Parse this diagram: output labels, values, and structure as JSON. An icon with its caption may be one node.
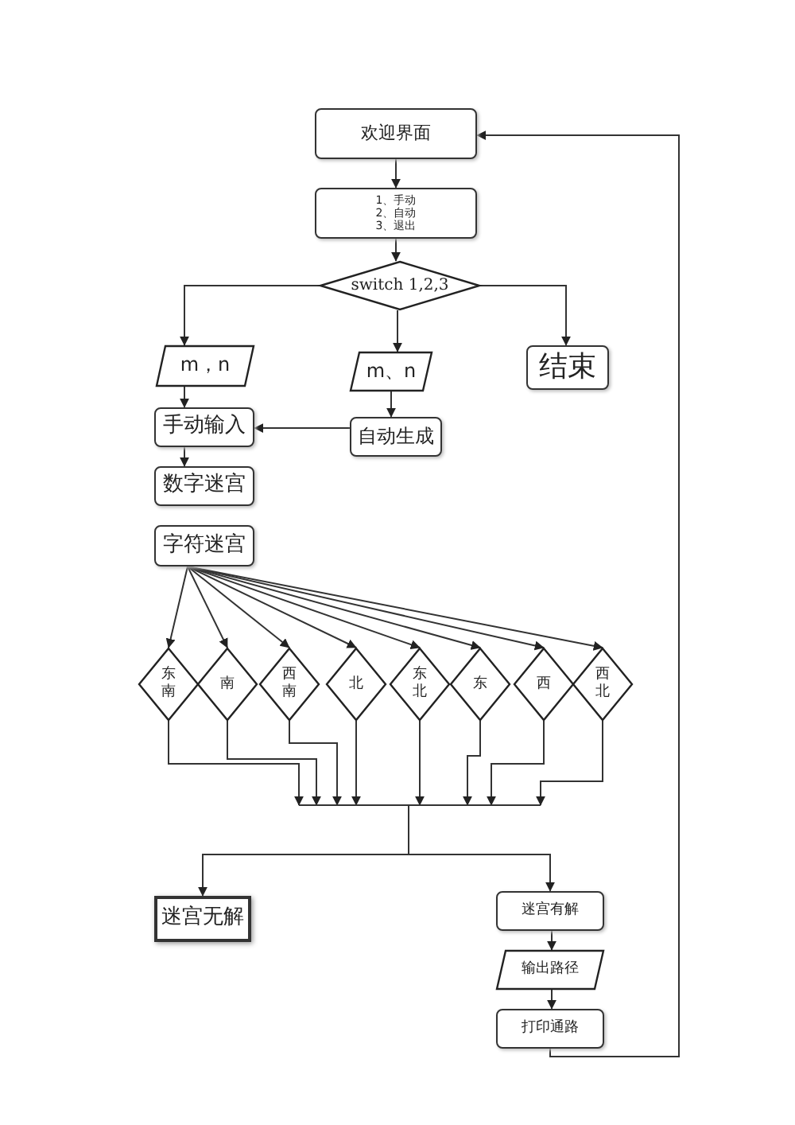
{
  "diagram": {
    "nodes": [
      {
        "text": [
          "欢迎界面"
        ]
      },
      {
        "text": [
          "1、手动",
          "2、自动",
          "3、退出"
        ]
      },
      {
        "text": [
          "switch 1,2,3"
        ]
      },
      {
        "text": [
          "m，n"
        ]
      },
      {
        "text": [
          "m、n"
        ]
      },
      {
        "text": [
          "结束"
        ]
      },
      {
        "text": [
          "手动输入"
        ]
      },
      {
        "text": [
          "自动生成"
        ]
      },
      {
        "text": [
          "数字迷宫"
        ]
      },
      {
        "text": [
          "字符迷宫"
        ]
      },
      {
        "text": [
          "东南"
        ]
      },
      {
        "text": [
          "南"
        ]
      },
      {
        "text": [
          "西南"
        ]
      },
      {
        "text": [
          "北"
        ]
      },
      {
        "text": [
          "东北"
        ]
      },
      {
        "text": [
          "东"
        ]
      },
      {
        "text": [
          "西"
        ]
      },
      {
        "text": [
          "西北"
        ]
      },
      {
        "text": [
          "迷宫无解"
        ]
      },
      {
        "text": [
          "迷宫有解"
        ]
      },
      {
        "text": [
          "输出路径"
        ]
      },
      {
        "text": [
          "打印通路"
        ]
      }
    ],
    "edges": [
      {
        "from": 0,
        "to": 1,
        "arrow": "to"
      },
      {
        "from": 1,
        "to": 2,
        "arrow": "to"
      },
      {
        "from": 2,
        "to": 3,
        "arrow": "to"
      },
      {
        "from": 2,
        "to": 4,
        "arrow": "to"
      },
      {
        "from": 2,
        "to": 5,
        "arrow": "to"
      },
      {
        "from": 3,
        "to": 6,
        "arrow": "to"
      },
      {
        "from": 4,
        "to": 7,
        "arrow": "to"
      },
      {
        "from": 7,
        "to": 6,
        "arrow": "to"
      },
      {
        "from": 6,
        "to": 8,
        "arrow": "to"
      },
      {
        "from": 9,
        "to": 10,
        "arrow": "to"
      },
      {
        "from": 9,
        "to": 11,
        "arrow": "to"
      },
      {
        "from": 9,
        "to": 12,
        "arrow": "to"
      },
      {
        "from": 9,
        "to": 13,
        "arrow": "to"
      },
      {
        "from": 9,
        "to": 14,
        "arrow": "to"
      },
      {
        "from": 9,
        "to": 15,
        "arrow": "to"
      },
      {
        "from": 9,
        "to": 16,
        "arrow": "to"
      },
      {
        "from": 9,
        "to": 17,
        "arrow": "to"
      },
      {
        "from": 10,
        "to": 18,
        "arrow": "to"
      },
      {
        "from": 10,
        "to": 19,
        "arrow": "to"
      },
      {
        "from": 11,
        "to": 18,
        "arrow": "to"
      },
      {
        "from": 11,
        "to": 19,
        "arrow": "to"
      },
      {
        "from": 12,
        "to": 18,
        "arrow": "to"
      },
      {
        "from": 12,
        "to": 19,
        "arrow": "to"
      },
      {
        "from": 13,
        "to": 18,
        "arrow": "to"
      },
      {
        "from": 13,
        "to": 19,
        "arrow": "to"
      },
      {
        "from": 14,
        "to": 18,
        "arrow": "to"
      },
      {
        "from": 14,
        "to": 19,
        "arrow": "to"
      },
      {
        "from": 15,
        "to": 18,
        "arrow": "to"
      },
      {
        "from": 15,
        "to": 19,
        "arrow": "to"
      },
      {
        "from": 16,
        "to": 18,
        "arrow": "to"
      },
      {
        "from": 16,
        "to": 19,
        "arrow": "to"
      },
      {
        "from": 17,
        "to": 18,
        "arrow": "to"
      },
      {
        "from": 17,
        "to": 19,
        "arrow": "to"
      },
      {
        "from": 19,
        "to": 20,
        "arrow": "to"
      },
      {
        "from": 20,
        "to": 21,
        "arrow": "to"
      },
      {
        "from": 21,
        "to": 0,
        "arrow": "to"
      }
    ]
  }
}
